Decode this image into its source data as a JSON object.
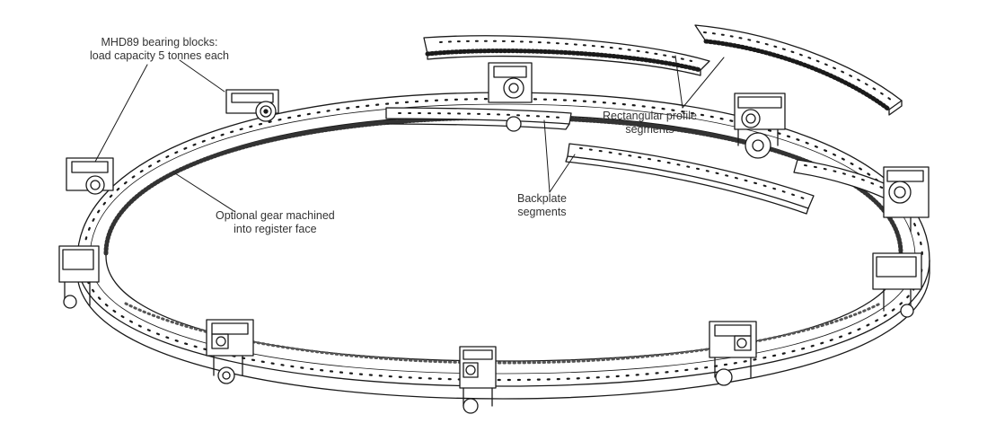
{
  "callouts": {
    "bearing_blocks": {
      "line1": "MHD89 bearing blocks:",
      "line2": "load capacity 5 tonnes each"
    },
    "gear": {
      "line1": "Optional gear machined",
      "line2": "into register face"
    },
    "rectangular": {
      "line1": "Rectangular profile",
      "line2": "segments"
    },
    "backplate": {
      "line1": "Backplate",
      "line2": "segments"
    }
  },
  "colors": {
    "line": "#1a1a1a",
    "text": "#333333",
    "fill": "#ffffff"
  }
}
